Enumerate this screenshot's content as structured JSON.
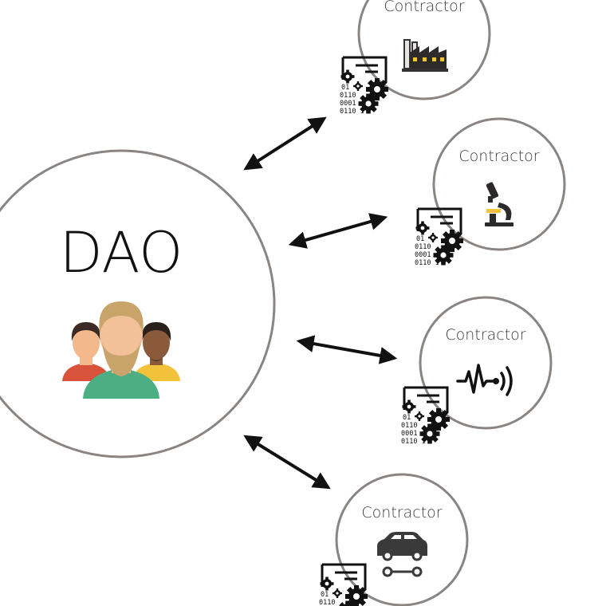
{
  "dao": {
    "title": "DAO",
    "icon": "people-group-icon"
  },
  "contractors": [
    {
      "label": "Contractor",
      "icon": "factory-icon"
    },
    {
      "label": "Contractor",
      "icon": "microscope-icon"
    },
    {
      "label": "Contractor",
      "icon": "sensor-signal-icon"
    },
    {
      "label": "Contractor",
      "icon": "car-icon"
    }
  ],
  "contract_icon": {
    "name": "smart-contract-icon",
    "code_lines": [
      "01",
      "0110",
      "0001",
      "0110 1"
    ]
  },
  "colors": {
    "circle_stroke": "#8a8482",
    "arrow": "#111111",
    "text": "#3a3a3a",
    "skin_light": "#f3b88c",
    "skin_dark": "#8a5a3a",
    "hair_blond": "#c9a46a",
    "shirt_green": "#4caf84",
    "shirt_red": "#d9533c",
    "shirt_yellow": "#f2c33a"
  }
}
